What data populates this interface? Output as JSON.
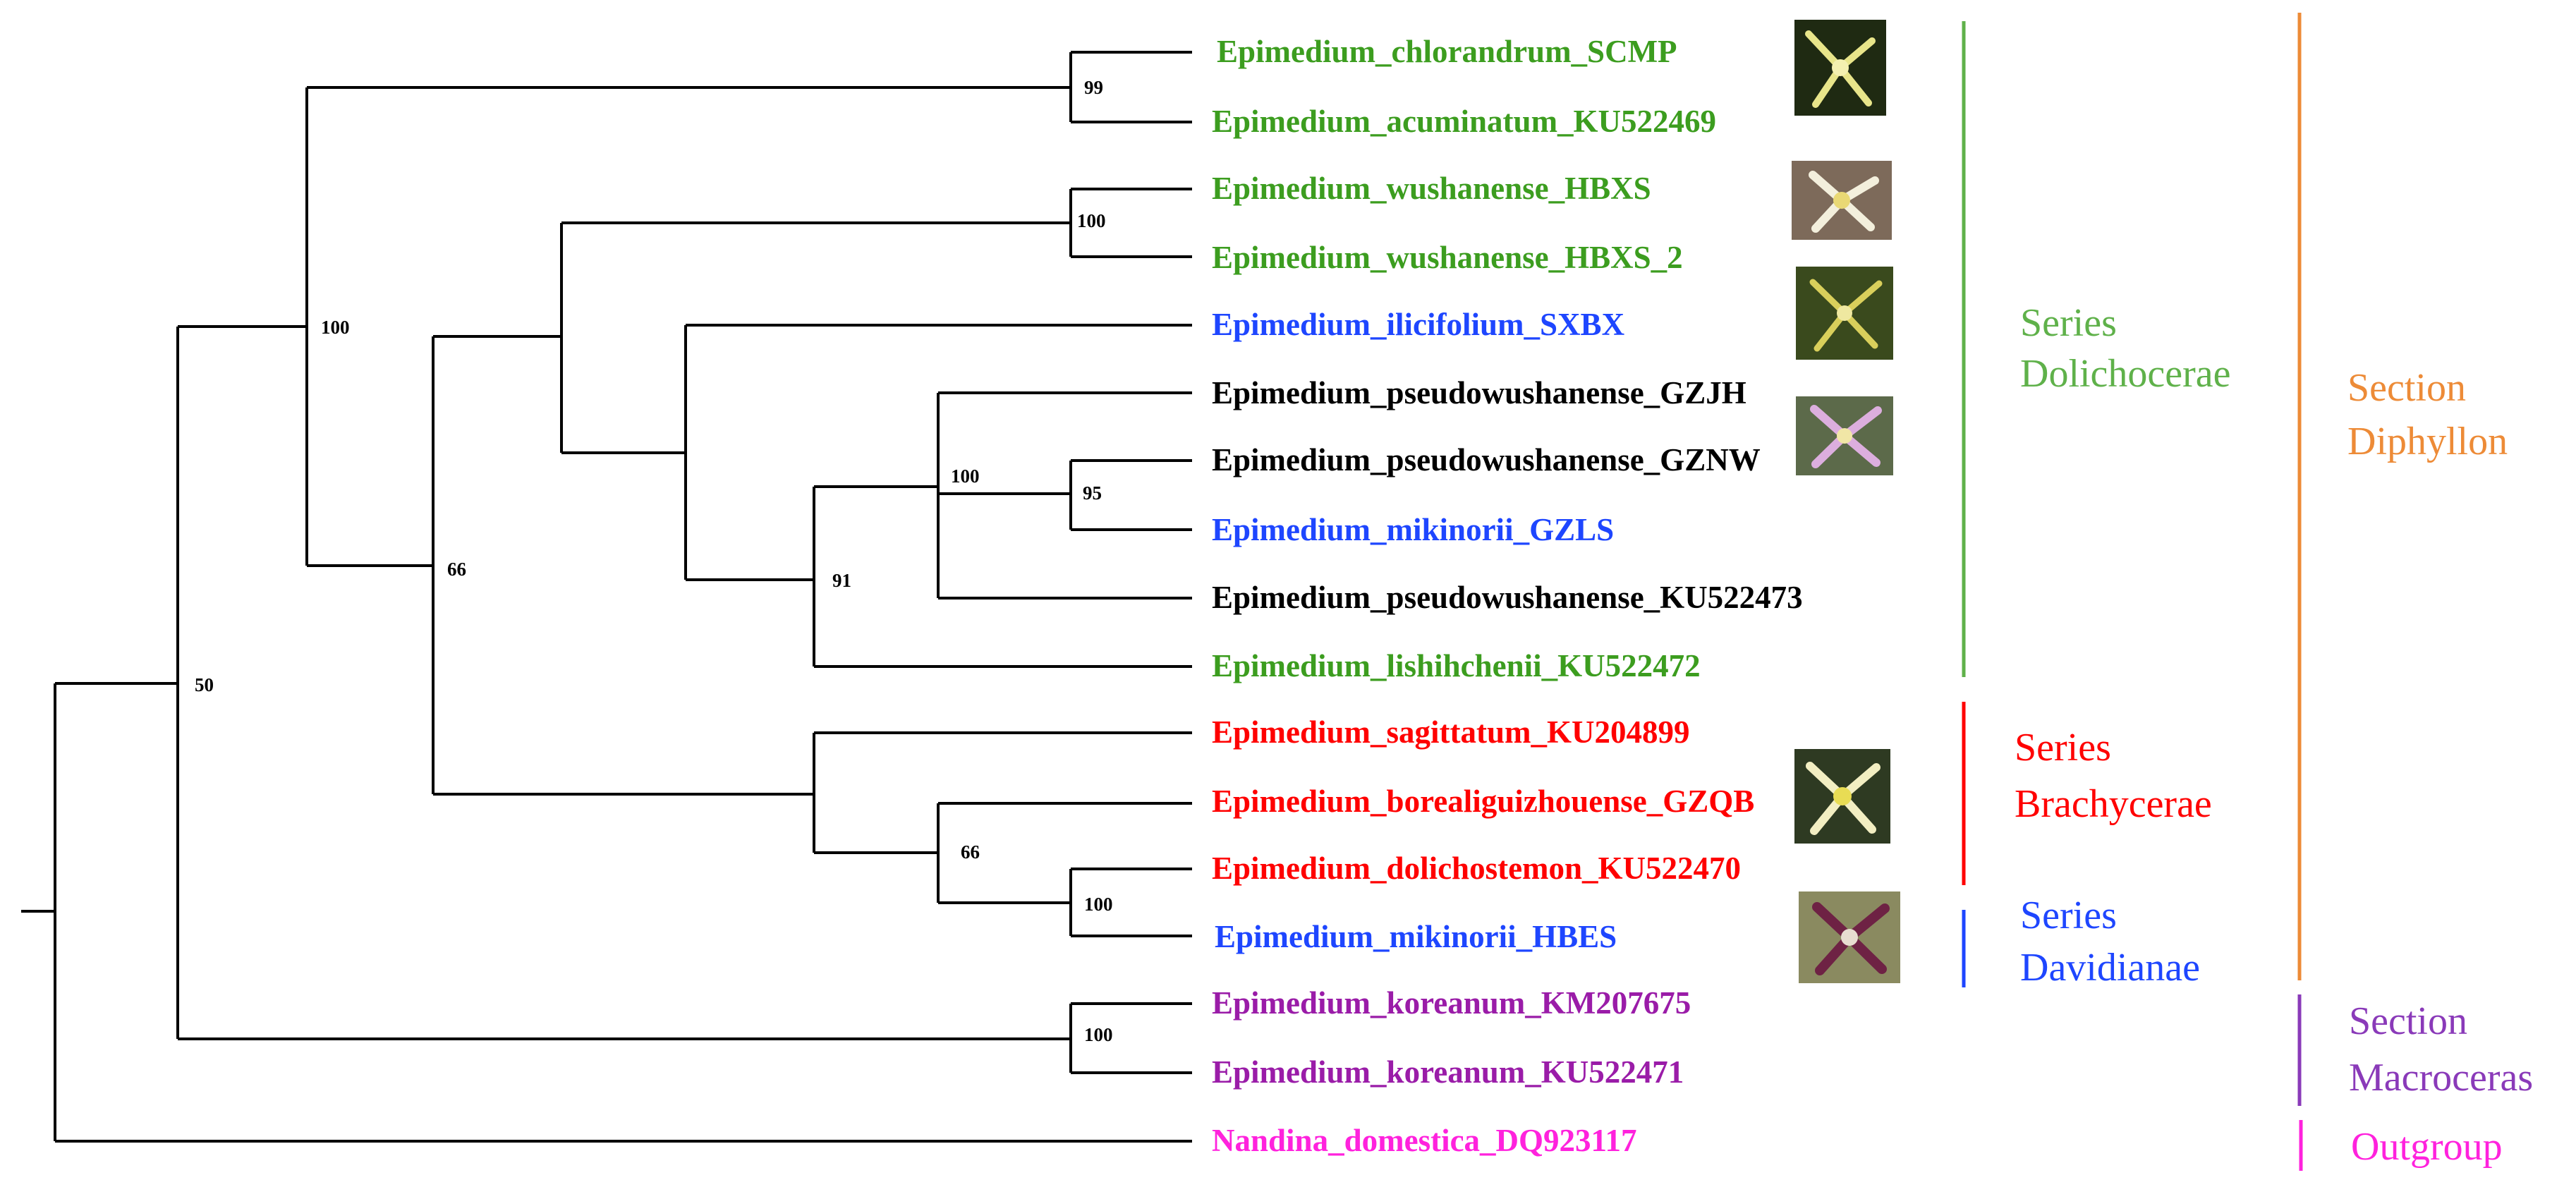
{
  "taxa": [
    {
      "name": "Epimedium_chlorandrum_SCMP",
      "color": "#3c9d1f"
    },
    {
      "name": "Epimedium_acuminatum_KU522469",
      "color": "#3c9d1f"
    },
    {
      "name": "Epimedium_wushanense_HBXS",
      "color": "#3c9d1f"
    },
    {
      "name": "Epimedium_wushanense_HBXS_2",
      "color": "#3c9d1f"
    },
    {
      "name": "Epimedium_ilicifolium_SXBX",
      "color": "#1e46ff"
    },
    {
      "name": "Epimedium_pseudowushanense_GZJH",
      "color": "#000000"
    },
    {
      "name": "Epimedium_pseudowushanense_GZNW",
      "color": "#000000"
    },
    {
      "name": "Epimedium_mikinorii_GZLS",
      "color": "#1e46ff"
    },
    {
      "name": "Epimedium_pseudowushanense_KU522473",
      "color": "#000000"
    },
    {
      "name": "Epimedium_lishihchenii_KU522472",
      "color": "#3c9d1f"
    },
    {
      "name": "Epimedium_sagittatum_KU204899",
      "color": "#ff0000"
    },
    {
      "name": "Epimedium_borealiguizhouense_GZQB",
      "color": "#ff0000"
    },
    {
      "name": "Epimedium_dolichostemon_KU522470",
      "color": "#ff0000"
    },
    {
      "name": "Epimedium_mikinorii_HBES",
      "color": "#1e46ff"
    },
    {
      "name": "Epimedium_koreanum_KM207675",
      "color": "#9a1ca8"
    },
    {
      "name": "Epimedium_koreanum_KU522471",
      "color": "#9a1ca8"
    },
    {
      "name": "Nandina_domestica_DQ923117",
      "color": "#ff22dd"
    }
  ],
  "support_values": [
    "99",
    "100",
    "95",
    "100",
    "91",
    "100",
    "66",
    "100",
    "66",
    "100",
    "100",
    "50"
  ],
  "groups": {
    "series_dolichocerae": {
      "line1": "Series",
      "line2": "Dolichocerae",
      "color": "#5fb14a"
    },
    "series_brachycerae": {
      "line1": "Series",
      "line2": "Brachycerae",
      "color": "#ff0000"
    },
    "series_davidianae": {
      "line1": "Series",
      "line2": "Davidianae",
      "color": "#1e46ff"
    },
    "section_diphyllon": {
      "line1": "Section",
      "line2": "Diphyllon",
      "color": "#ed8b37"
    },
    "section_macroceras": {
      "line1": "Section",
      "line2": "Macroceras",
      "color": "#8a3ab9"
    },
    "outgroup": {
      "line1": "Outgroup",
      "color": "#ff22dd"
    }
  },
  "flower_photos": [
    {
      "icon": "flower-photo-icon",
      "tone": "#c8c36a"
    },
    {
      "icon": "flower-photo-icon",
      "tone": "#efe7c5"
    },
    {
      "icon": "flower-photo-icon",
      "tone": "#d6cc5a"
    },
    {
      "icon": "flower-photo-icon",
      "tone": "#d9a8d6"
    },
    {
      "icon": "flower-photo-icon",
      "tone": "#efe9b0"
    },
    {
      "icon": "flower-photo-icon",
      "tone": "#7a2a4a"
    }
  ]
}
